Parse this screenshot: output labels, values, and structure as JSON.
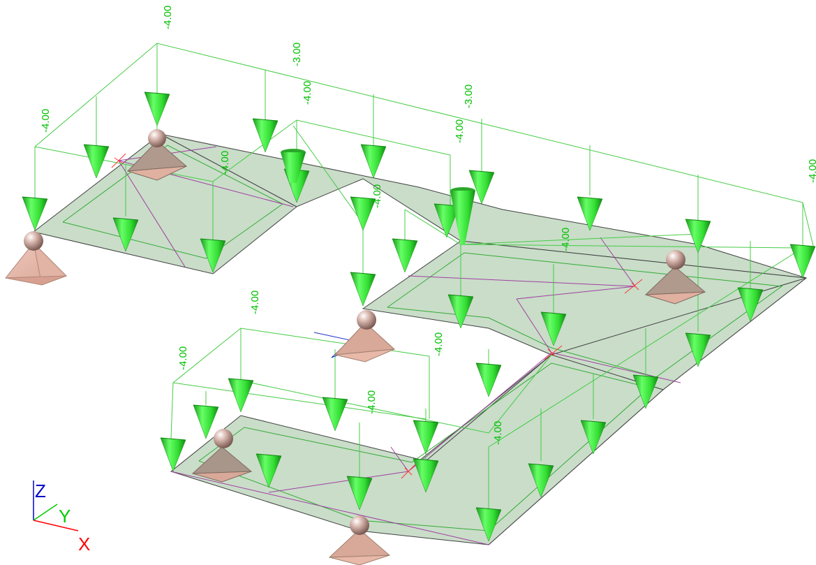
{
  "load_labels": [
    {
      "id": "l1",
      "text": "-4.00"
    },
    {
      "id": "l2",
      "text": "-3.00"
    },
    {
      "id": "l3",
      "text": "-4.00"
    },
    {
      "id": "l4",
      "text": "-3.00"
    },
    {
      "id": "l5",
      "text": "-4.00"
    },
    {
      "id": "l6",
      "text": "-4.00"
    },
    {
      "id": "l7",
      "text": "-4.00"
    },
    {
      "id": "l8",
      "text": "-4.00"
    },
    {
      "id": "l9",
      "text": "-4.00"
    },
    {
      "id": "l10",
      "text": "-4.00"
    },
    {
      "id": "l11",
      "text": "-4.00"
    },
    {
      "id": "l12",
      "text": "-4.00"
    },
    {
      "id": "l13",
      "text": "-4.00"
    },
    {
      "id": "l14",
      "text": "-4.00"
    },
    {
      "id": "l15",
      "text": "-4.00"
    }
  ],
  "axes": {
    "x": "X",
    "y": "Y",
    "z": "Z"
  },
  "colors": {
    "slab_fill": "#c8dcc8",
    "load_green": "#33cc33",
    "load_line": "#44cc44",
    "support": "#d8a898",
    "x_axis": "#ff0000",
    "y_axis": "#00cc00",
    "z_axis": "#0000cc"
  }
}
